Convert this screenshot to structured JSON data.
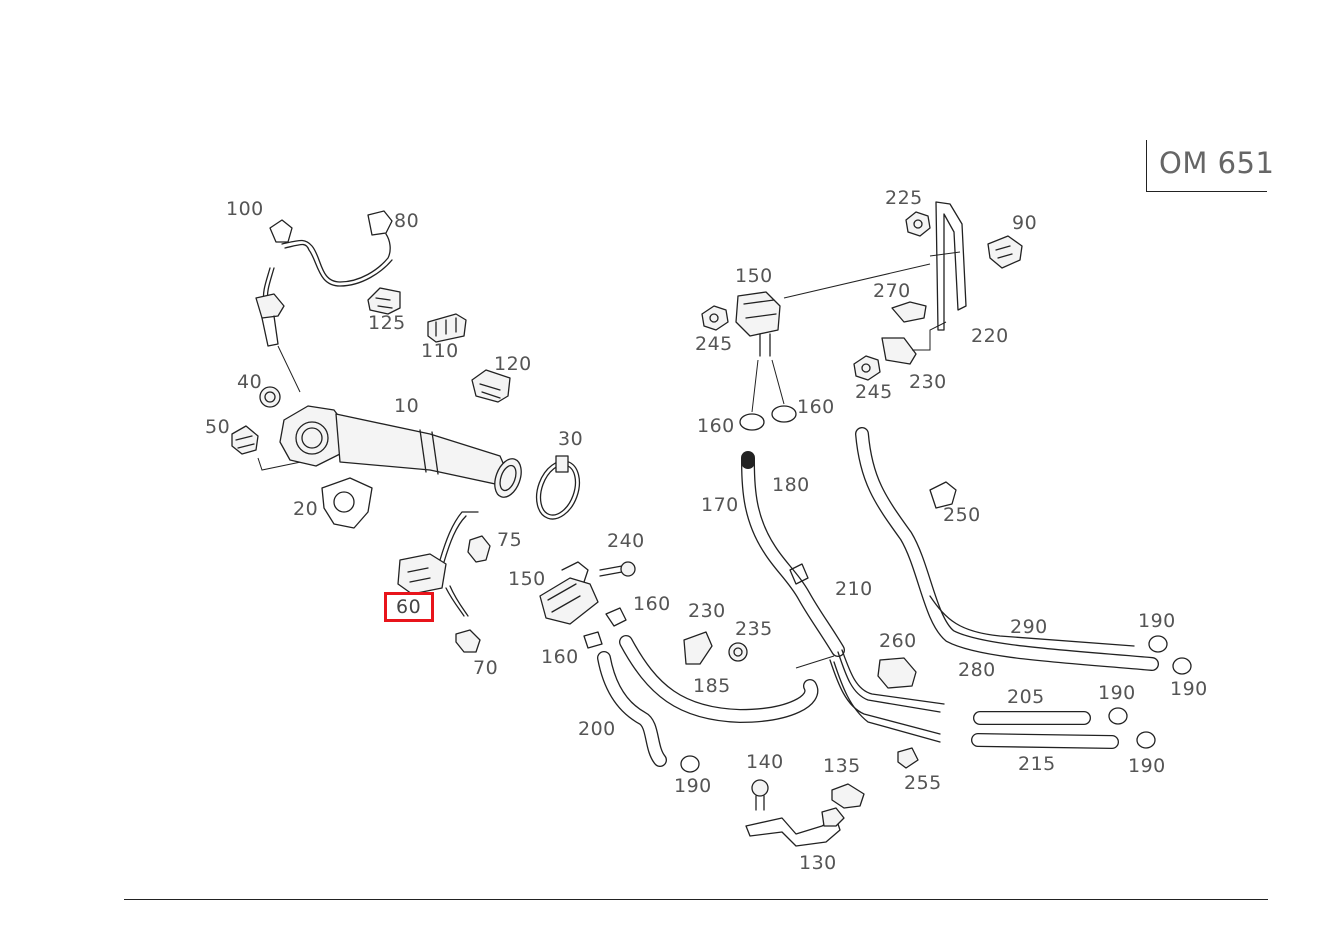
{
  "engine_code": "OM 651",
  "selected_callout": "60",
  "callouts": [
    {
      "id": "c100",
      "text": "100"
    },
    {
      "id": "c80",
      "text": "80"
    },
    {
      "id": "c125",
      "text": "125"
    },
    {
      "id": "c110",
      "text": "110"
    },
    {
      "id": "c120",
      "text": "120"
    },
    {
      "id": "c40",
      "text": "40"
    },
    {
      "id": "c10",
      "text": "10"
    },
    {
      "id": "c50",
      "text": "50"
    },
    {
      "id": "c30",
      "text": "30"
    },
    {
      "id": "c20",
      "text": "20"
    },
    {
      "id": "c75",
      "text": "75"
    },
    {
      "id": "c60",
      "text": "60"
    },
    {
      "id": "c70",
      "text": "70"
    },
    {
      "id": "c225",
      "text": "225"
    },
    {
      "id": "c90",
      "text": "90"
    },
    {
      "id": "c150a",
      "text": "150"
    },
    {
      "id": "c270",
      "text": "270"
    },
    {
      "id": "c245a",
      "text": "245"
    },
    {
      "id": "c220",
      "text": "220"
    },
    {
      "id": "c245b",
      "text": "245"
    },
    {
      "id": "c230a",
      "text": "230"
    },
    {
      "id": "c160a",
      "text": "160"
    },
    {
      "id": "c160b",
      "text": "160"
    },
    {
      "id": "c180",
      "text": "180"
    },
    {
      "id": "c170",
      "text": "170"
    },
    {
      "id": "c250",
      "text": "250"
    },
    {
      "id": "c240",
      "text": "240"
    },
    {
      "id": "c150b",
      "text": "150"
    },
    {
      "id": "c160c",
      "text": "160"
    },
    {
      "id": "c210",
      "text": "210"
    },
    {
      "id": "c230b",
      "text": "230"
    },
    {
      "id": "c235",
      "text": "235"
    },
    {
      "id": "c290",
      "text": "290"
    },
    {
      "id": "c190a",
      "text": "190"
    },
    {
      "id": "c260",
      "text": "260"
    },
    {
      "id": "c160d",
      "text": "160"
    },
    {
      "id": "c185",
      "text": "185"
    },
    {
      "id": "c280",
      "text": "280"
    },
    {
      "id": "c190b",
      "text": "190"
    },
    {
      "id": "c205",
      "text": "205"
    },
    {
      "id": "c190c",
      "text": "190"
    },
    {
      "id": "c200",
      "text": "200"
    },
    {
      "id": "c215",
      "text": "215"
    },
    {
      "id": "c190d",
      "text": "190"
    },
    {
      "id": "c140",
      "text": "140"
    },
    {
      "id": "c135",
      "text": "135"
    },
    {
      "id": "c190e",
      "text": "190"
    },
    {
      "id": "c255",
      "text": "255"
    },
    {
      "id": "c130",
      "text": "130"
    }
  ]
}
